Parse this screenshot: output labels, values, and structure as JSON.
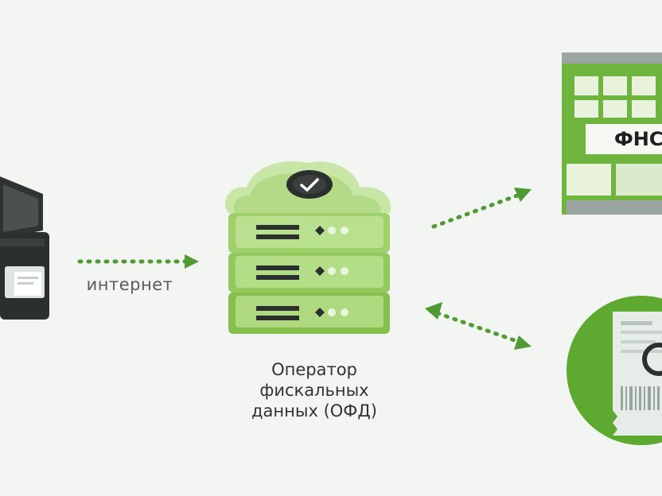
{
  "labels": {
    "internet": "интернет",
    "ofd_line1": "Оператор",
    "ofd_line2": "фискальных",
    "ofd_line3": "данных (ОФД)",
    "fns_sign": "ФНС"
  },
  "icons": {
    "cash_register": "cash-register-icon",
    "server": "server-stack-icon",
    "tax_office": "tax-office-building-icon",
    "receipt": "receipt-magnifier-icon"
  },
  "colors": {
    "background": "#f3f5f2",
    "green_dark": "#5f9b2d",
    "green_mid": "#8ec44e",
    "green_light": "#bfe39a",
    "green_pale": "#e3f1d2",
    "charcoal": "#2b2f2e",
    "arrow": "#4f9a32"
  }
}
